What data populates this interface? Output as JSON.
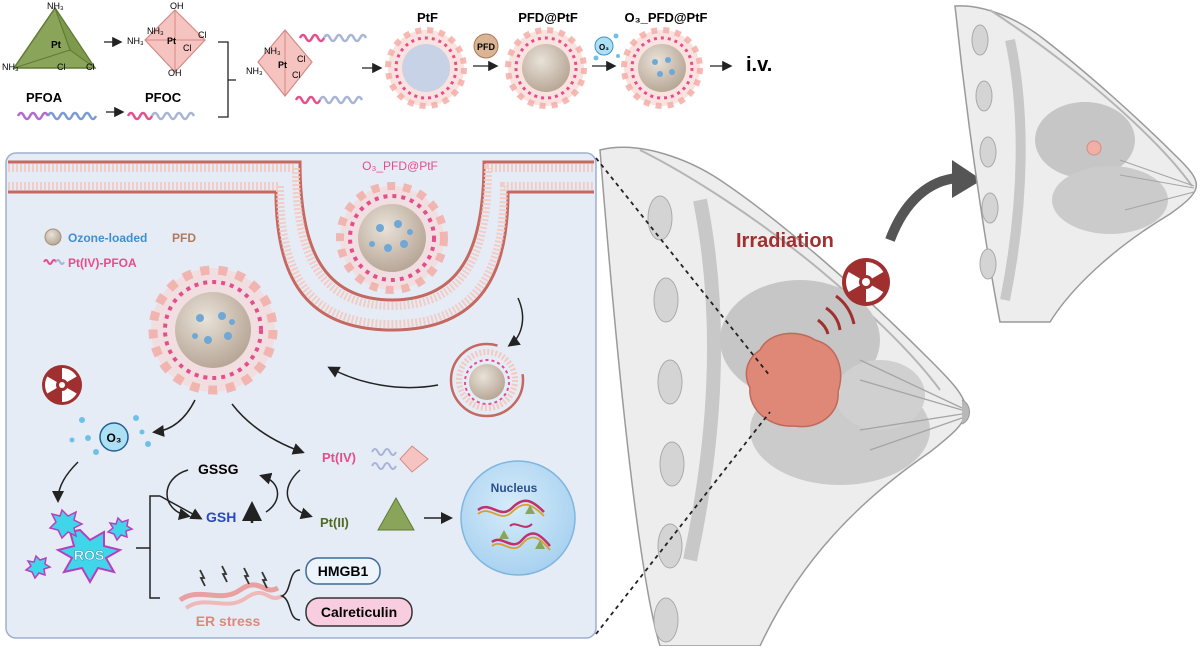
{
  "synthesis": {
    "pt_ligands": {
      "nh3_top": "NH₃",
      "pt": "Pt",
      "nh3_left": "NH₃",
      "cl_a": "Cl",
      "cl_b": "Cl"
    },
    "pt4_ligands": {
      "oh_top": "OH",
      "nh3_a": "NH₃",
      "nh3_b": "NH₃",
      "pt": "Pt",
      "cl_a": "Cl",
      "cl_b": "Cl",
      "oh_bottom": "OH"
    },
    "pfoa": "PFOA",
    "pfoc": "PFOC",
    "conj_ligands": {
      "nh3_a": "NH₃",
      "nh3_b": "NH₃",
      "pt": "Pt",
      "cl_a": "Cl",
      "cl_b": "Cl"
    },
    "ptf": "PtF",
    "pfd_bubble": "PFD",
    "pfd_at_ptf": "PFD@PtF",
    "o3_bubble": "O₃",
    "o3_pfd_at_ptf": "O₃_PFD@PtF",
    "iv": "i.v."
  },
  "mechanism": {
    "top_label": "O₃_PFD@PtF",
    "legend": {
      "ozone_loaded": "Ozone-loaded",
      "pfd": "PFD",
      "pt_pfoa": "Pt(IV)-PFOA"
    },
    "o3": "O₃",
    "gssg": "GSSG",
    "gsh": "GSH",
    "pt4": "Pt(IV)",
    "pt2": "Pt(II)",
    "nucleus": "Nucleus",
    "ros": "ROS",
    "er_stress": "ER stress",
    "hmgb1": "HMGB1",
    "calreticulin": "Calreticulin"
  },
  "anatomy": {
    "irradiation": "Irradiation"
  },
  "colors": {
    "pink": "#e74c8c",
    "salmon": "#f4b8ad",
    "dark_red": "#a03030",
    "panel_bg": "#e6ecf6",
    "panel_border": "#9db0cf",
    "tumor": "#e08878",
    "pt_green": "#6e8a3c",
    "gsh_blue": "#2848c8",
    "ozone_blue": "#3d8fd0",
    "pfd_brown": "#b07a5c"
  }
}
